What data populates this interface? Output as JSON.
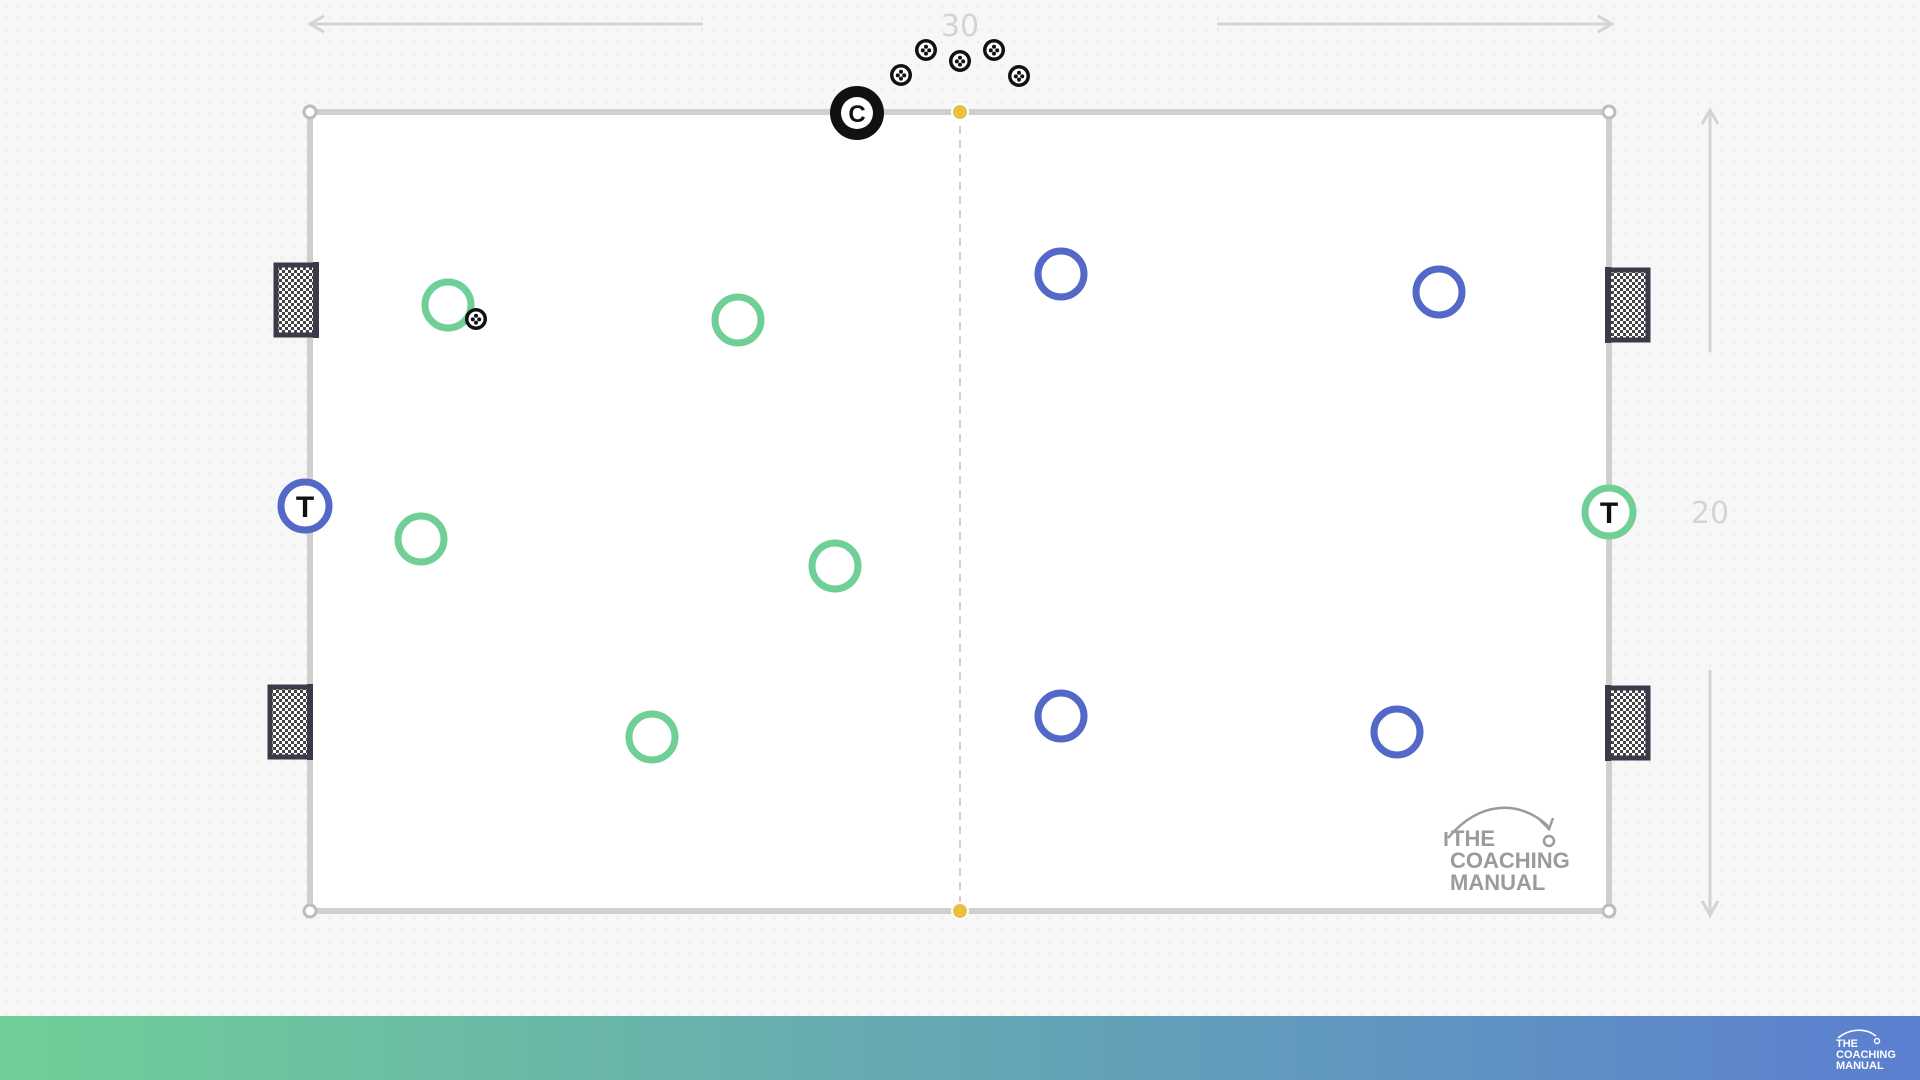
{
  "dimensions": {
    "width_label": "30",
    "height_label": "20"
  },
  "coach": {
    "label": "C"
  },
  "targets": [
    {
      "label": "T",
      "team": "blue"
    },
    {
      "label": "T",
      "team": "green"
    }
  ],
  "logo": {
    "line1": "THE",
    "line2": "COACHING",
    "line3": "MANUAL"
  },
  "colors": {
    "green_team": "#6fcf97",
    "blue_team": "#5468c8",
    "field_line": "#cfcfcf",
    "midline_cone": "#e8c23c",
    "goal_frame": "#3a3a48",
    "footer_gradient_start": "#6fcf97",
    "footer_gradient_end": "#5b7fd0"
  },
  "icons": [
    "soccer-ball-icon",
    "goal-icon",
    "cone-icon",
    "coach-marker-icon",
    "target-player-icon"
  ]
}
